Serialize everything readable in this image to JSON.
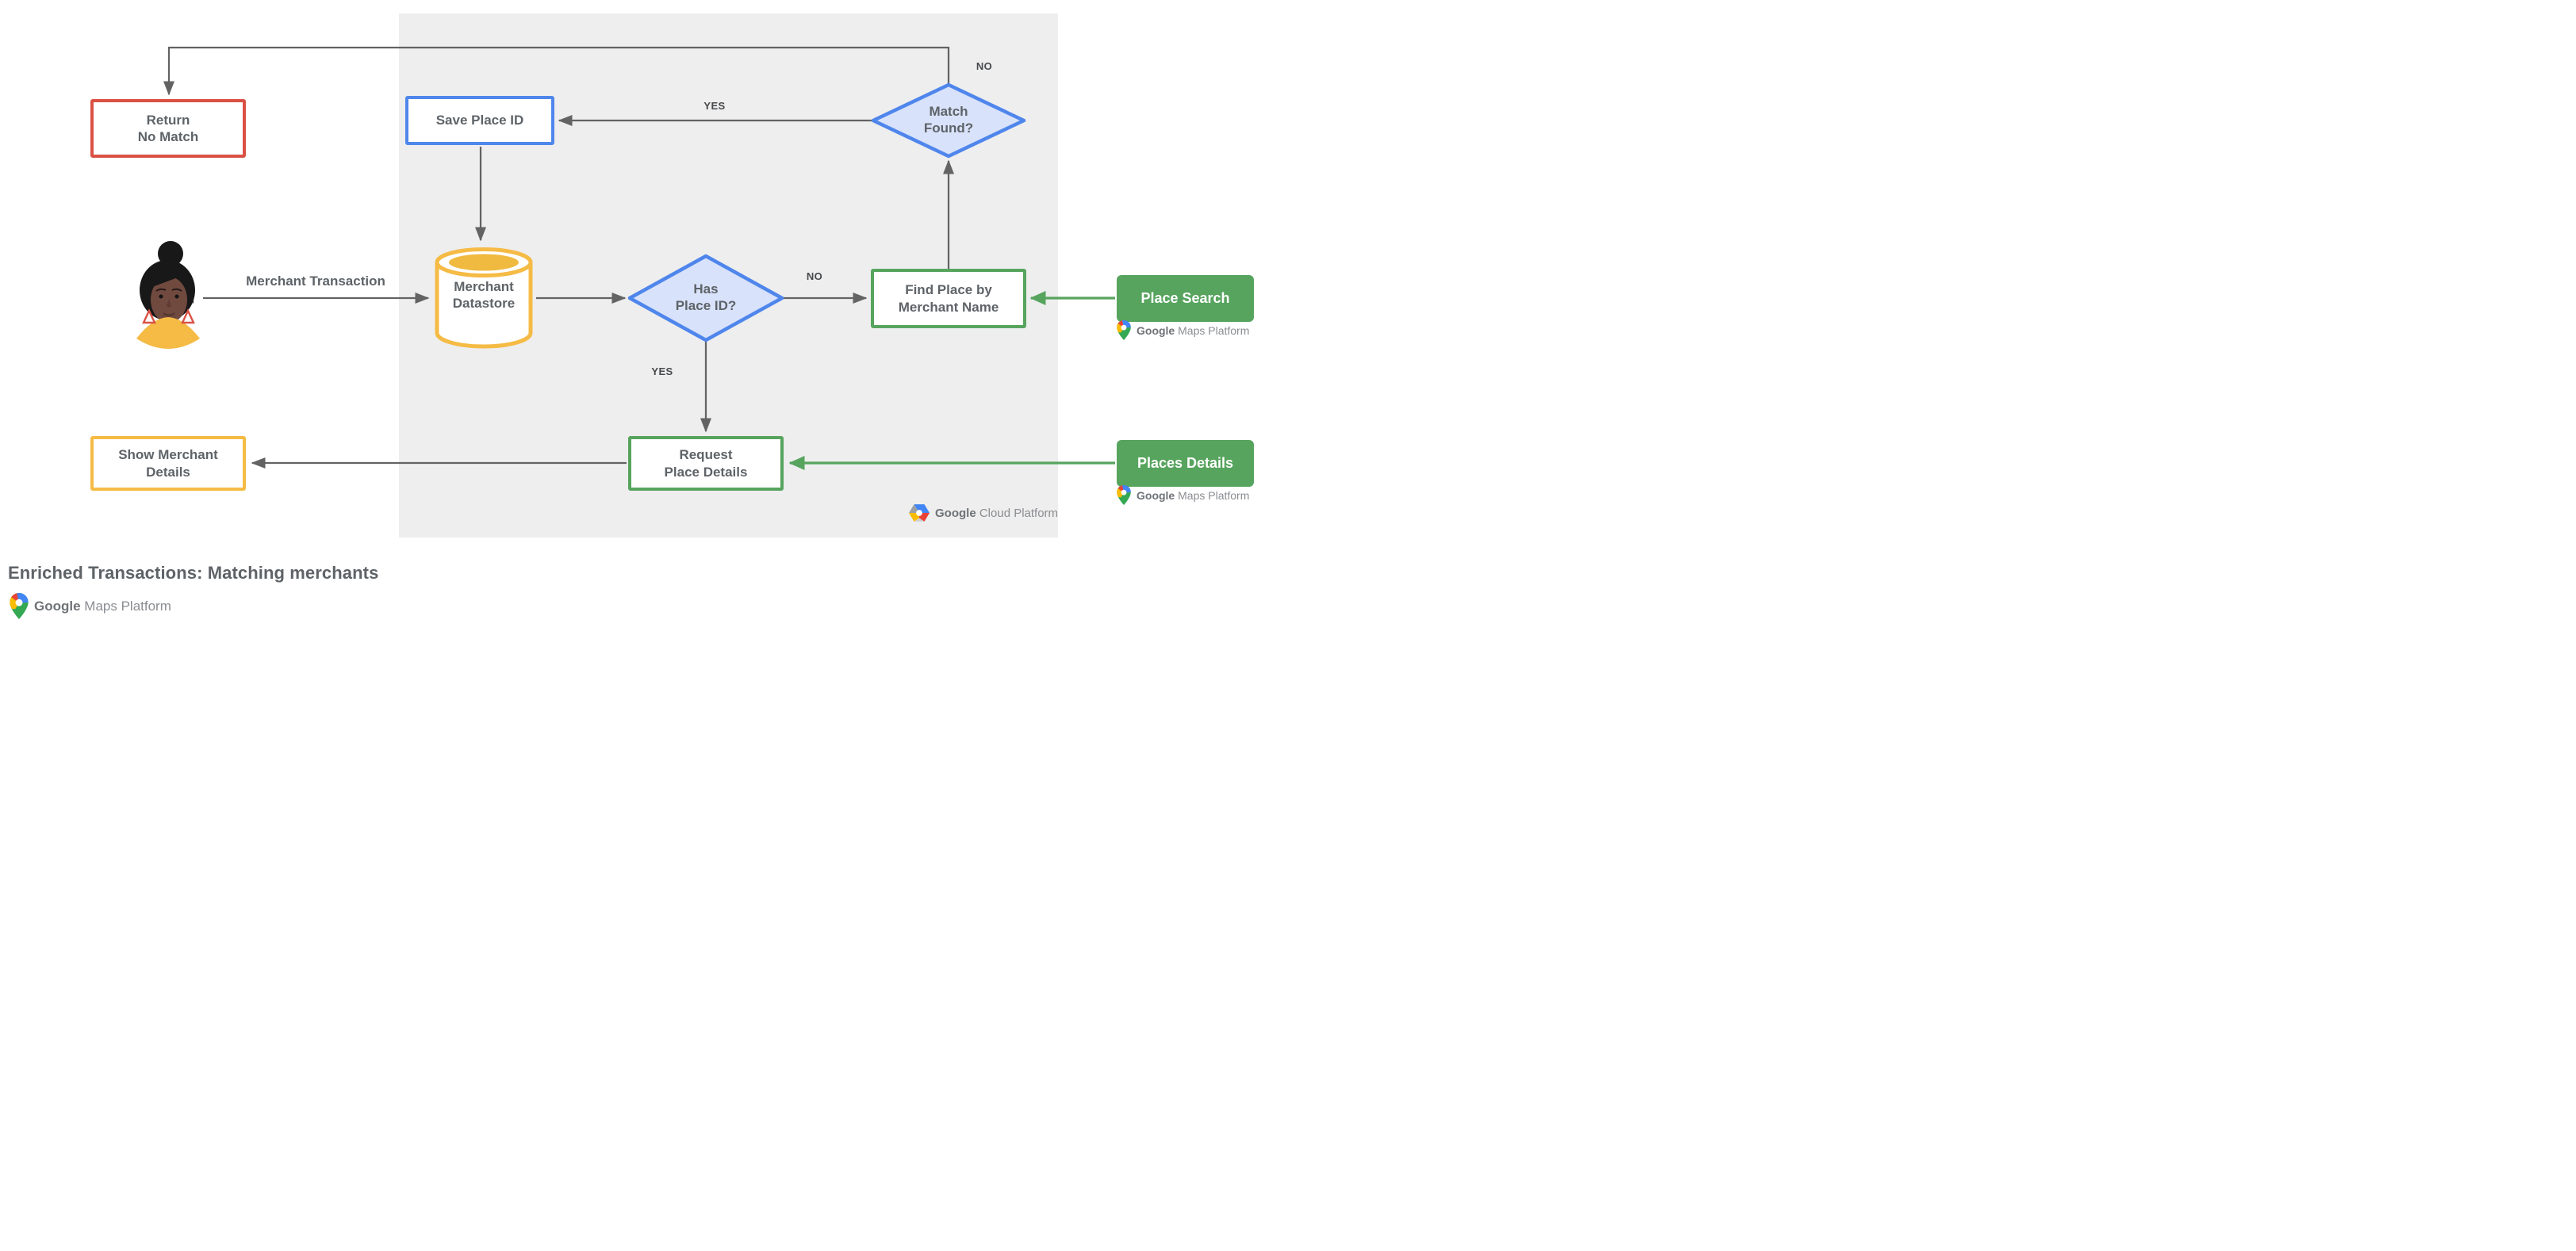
{
  "colors": {
    "red": "#DA5144",
    "blue": "#4F86EC",
    "blue-fill": "#D8E2FA",
    "yellow": "#F5BB45",
    "yellow-fill": "#F0B93F",
    "green": "#57A45E",
    "line": "#636363",
    "panel": "#EEEEEE",
    "ink": "#5E6368",
    "label-ink": "#47494C",
    "logo-google": "#6F7276",
    "logo-rest": "#8A8D91"
  },
  "nodes": {
    "return_no_match": {
      "line1": "Return",
      "line2": "No Match"
    },
    "save_place_id": {
      "label": "Save Place ID"
    },
    "match_found": {
      "line1": "Match",
      "line2": "Found?"
    },
    "merchant_datastore": {
      "line1": "Merchant",
      "line2": "Datastore"
    },
    "has_place_id": {
      "line1": "Has",
      "line2": "Place ID?"
    },
    "find_place": {
      "line1": "Find Place by",
      "line2": "Merchant Name"
    },
    "place_search": {
      "label": "Place Search"
    },
    "request_place_details": {
      "line1": "Request",
      "line2": "Place Details"
    },
    "places_details": {
      "label": "Places Details"
    },
    "show_merchant_details": {
      "line1": "Show Merchant",
      "line2": "Details"
    }
  },
  "edge_labels": {
    "merchant_transaction": "Merchant Transaction",
    "no_top": "NO",
    "yes_top": "YES",
    "no_mid": "NO",
    "yes_mid": "YES"
  },
  "logos": {
    "maps_google": "Google",
    "maps_rest": "Maps Platform",
    "cloud_google": "Google",
    "cloud_rest": "Cloud Platform"
  },
  "footer": {
    "title": "Enriched Transactions: Matching merchants"
  }
}
